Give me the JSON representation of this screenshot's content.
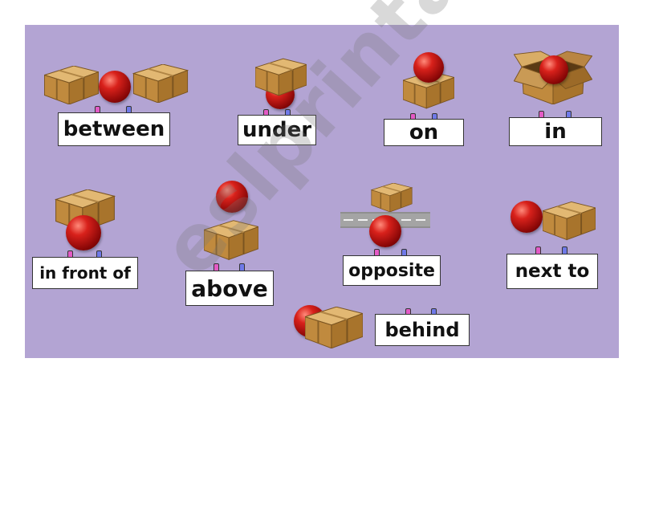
{
  "labels": {
    "between": "between",
    "under": "under",
    "on": "on",
    "in": "in",
    "in_front_of": "in front of",
    "above": "above",
    "opposite": "opposite",
    "next_to": "next to",
    "behind": "behind"
  },
  "colors": {
    "panel": "#b3a4d3",
    "ball": "#c0140f",
    "box": "#c89a4f",
    "clip_pink": "#e35ac5",
    "clip_blue": "#6f79e8"
  },
  "icons": [
    "ball-icon",
    "box-icon",
    "open-box-icon",
    "road-icon",
    "clip-icon"
  ],
  "watermark": "eslprintables.com"
}
